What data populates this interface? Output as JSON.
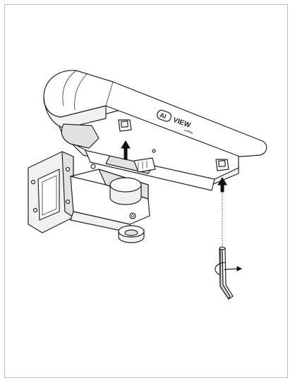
{
  "logo": {
    "badge": "AI",
    "word": "VIEW",
    "sub": "U Plus"
  },
  "icons": {
    "housing": "camera-housing-icon",
    "bracket": "wall-bracket-icon",
    "allen_key": "allen-key-icon",
    "arrows": "up-arrow-icon"
  }
}
